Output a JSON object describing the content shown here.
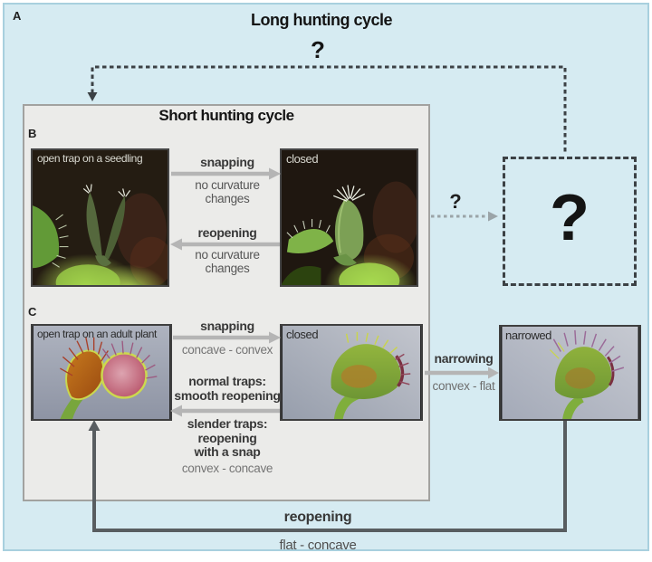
{
  "labels": {
    "panel_a": "A",
    "panel_b": "B",
    "panel_c": "C"
  },
  "long_cycle": {
    "title": "Long hunting cycle",
    "question_mark": "?",
    "return_arrow": {
      "label": "reopening",
      "note": "flat - concave"
    }
  },
  "short_cycle": {
    "title": "Short hunting cycle"
  },
  "panel_b": {
    "photo_open": {
      "caption": "open trap on a seedling"
    },
    "photo_closed": {
      "caption": "closed"
    },
    "snapping": {
      "label": "snapping",
      "note_line1": "no curvature",
      "note_line2": "changes"
    },
    "reopening": {
      "label": "reopening",
      "note_line1": "no curvature",
      "note_line2": "changes"
    }
  },
  "panel_c": {
    "photo_open": {
      "caption": "open trap on an adult plant"
    },
    "photo_closed": {
      "caption": "closed"
    },
    "photo_narrowed": {
      "caption": "narrowed"
    },
    "snapping": {
      "label": "snapping",
      "note": "concave - convex"
    },
    "reopening_normal": {
      "line1": "normal traps:",
      "line2": "smooth reopening"
    },
    "reopening_slender": {
      "line1": "slender traps:",
      "line2": "reopening",
      "line3": "with a snap",
      "note": "convex - concave"
    },
    "narrowing": {
      "label": "narrowing",
      "note": "convex - flat"
    }
  },
  "unknown_stage": {
    "question_mark": "?",
    "arrow_label": "?"
  },
  "colors": {
    "figure_background": "#d6ebf2",
    "figure_border": "#a8d0de",
    "short_box_fill": "#ebebe9",
    "short_box_border": "#a2a2a0",
    "dashed_connector": "#3c4145",
    "light_arrow": "#b5b5b5",
    "dark_arrow": "#585d60",
    "text_dark": "#383838",
    "text_muted": "#757575"
  }
}
